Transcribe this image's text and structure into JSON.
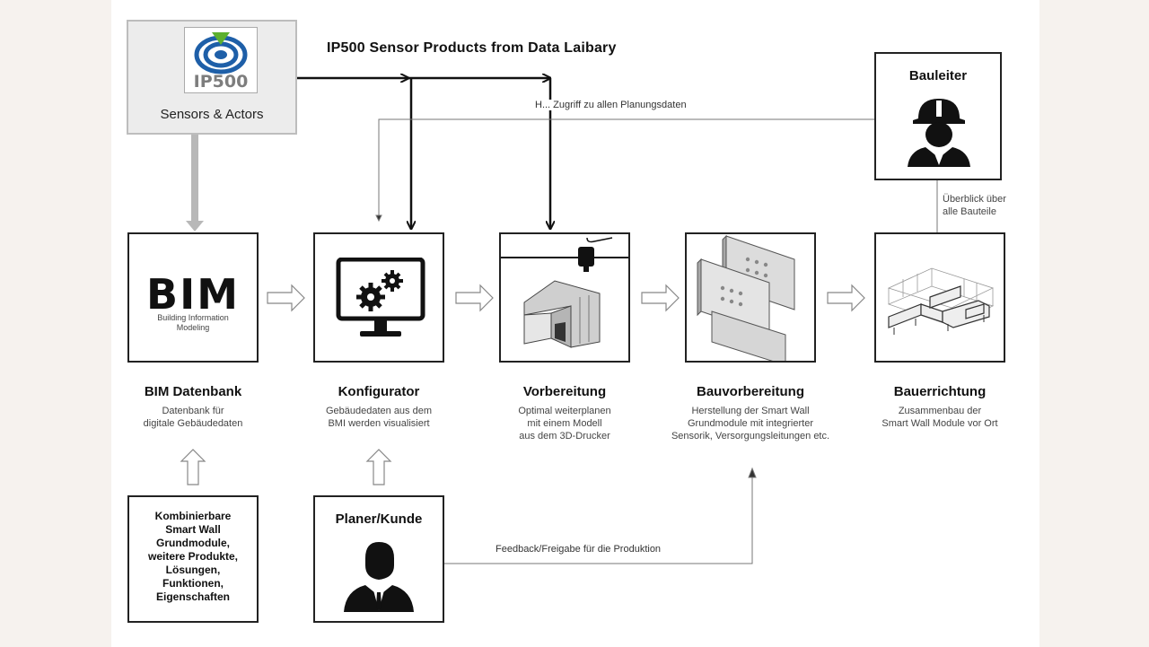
{
  "ip500": {
    "logo_text": "IP500",
    "label": "Sensors  &  Actors",
    "title": "IP500 Sensor Products from Data Laibary"
  },
  "links": {
    "access_label": "H... Zugriff zu allen Planungsdaten",
    "overview_label": "Überblick über\nalle Bauteile",
    "feedback_label": "Feedback/Freigabe für die Produktion"
  },
  "bauleiter": {
    "title": "Bauleiter",
    "icon": "construction-worker-icon"
  },
  "bim": {
    "word": "BIM",
    "sub": "Building Information\nModeling"
  },
  "steps": [
    {
      "title": "BIM Datenbank",
      "caption": "Datenbank für\ndigitale Gebäudedaten"
    },
    {
      "title": "Konfigurator",
      "caption": "Gebäudedaten aus dem\nBMI werden visualisiert"
    },
    {
      "title": "Vorbereitung",
      "caption": "Optimal weiterplanen\nmit einem Modell\naus dem 3D-Drucker"
    },
    {
      "title": "Bauvorbereitung",
      "caption": "Herstellung der Smart Wall\nGrundmodule mit integrierter\nSensorik, Versorgungsleitungen etc."
    },
    {
      "title": "Bauerrichtung",
      "caption": "Zusammenbau der\nSmart Wall Module vor Ort"
    }
  ],
  "kombi": {
    "text": "Kombinierbare\nSmart Wall\nGrundmodule,\nweitere Produkte,\nLösungen,\nFunktionen,\nEigenschaften"
  },
  "planer": {
    "title": "Planer/Kunde",
    "icon": "business-person-icon"
  },
  "colors": {
    "line": "#222222",
    "gray_arrow": "#b8b8b8",
    "panel": "#ececec",
    "logo_blue": "#1e5fa8",
    "logo_green": "#5cb02e"
  }
}
